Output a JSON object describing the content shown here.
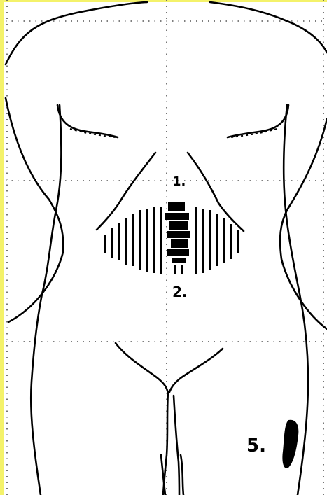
{
  "diagram": {
    "labels": {
      "region_1": "1.",
      "region_2": "2.",
      "region_5": "5."
    },
    "colors": {
      "background": "#ffffff",
      "ink": "#000000",
      "grid": "#555555",
      "edge": "#f4f26a"
    }
  }
}
